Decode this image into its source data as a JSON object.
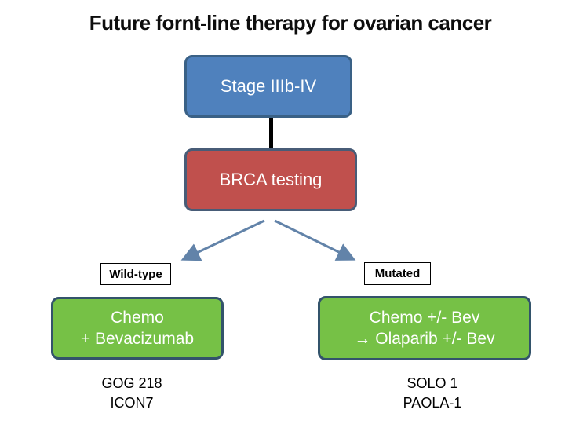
{
  "title": "Future fornt-line therapy for ovarian cancer",
  "flow": {
    "stage": {
      "label": "Stage IIIb-IV",
      "fill": "#4F81BD",
      "border": "#3A6186"
    },
    "brca": {
      "label": "BRCA testing",
      "fill": "#C0504D",
      "border": "#485C77"
    },
    "branch_left_tag": "Wild-type",
    "branch_right_tag": "Mutated",
    "treatment_left": {
      "line1": "Chemo",
      "line2": "+ Bevacizumab",
      "fill": "#76C146",
      "border": "#33536B"
    },
    "treatment_right": {
      "line1": "Chemo +/- Bev",
      "line2": "→ Olaparib +/- Bev",
      "fill": "#76C146",
      "border": "#33536B"
    },
    "trials_left": {
      "line1": "GOG 218",
      "line2": "ICON7"
    },
    "trials_right": {
      "line1": "SOLO 1",
      "line2": "PAOLA-1"
    },
    "connector_color": "#000000",
    "arrow_color": "#6283A9"
  }
}
